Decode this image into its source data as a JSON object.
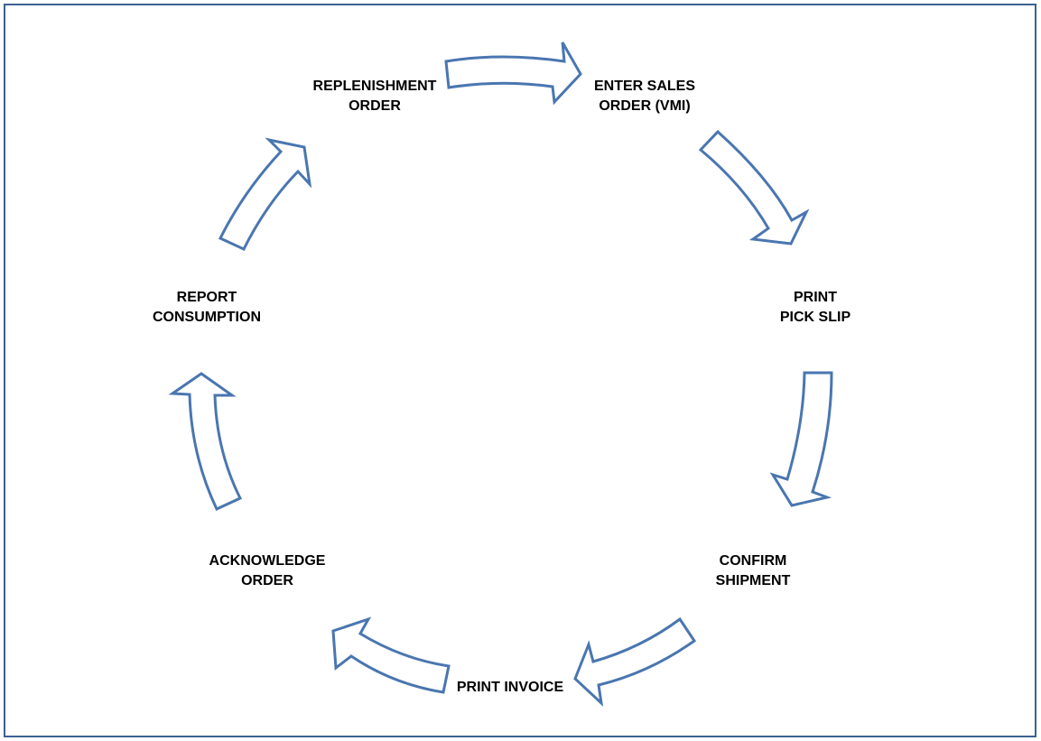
{
  "diagram": {
    "type": "cycle",
    "accent_color": "#4a76b0",
    "border_color": "#3c6192",
    "steps": [
      {
        "id": "replenishment-order",
        "lines": [
          "REPLENISHMENT",
          "ORDER"
        ]
      },
      {
        "id": "enter-sales-order",
        "lines": [
          "ENTER SALES",
          "ORDER (VMI)"
        ]
      },
      {
        "id": "print-pick-slip",
        "lines": [
          "PRINT",
          "PICK SLIP"
        ]
      },
      {
        "id": "confirm-shipment",
        "lines": [
          "CONFIRM",
          "SHIPMENT"
        ]
      },
      {
        "id": "print-invoice",
        "lines": [
          "PRINT INVOICE"
        ]
      },
      {
        "id": "acknowledge-order",
        "lines": [
          "ACKNOWLEDGE",
          "ORDER"
        ]
      },
      {
        "id": "report-consumption",
        "lines": [
          "REPORT",
          "CONSUMPTION"
        ]
      }
    ],
    "connections": [
      {
        "from": "replenishment-order",
        "to": "enter-sales-order"
      },
      {
        "from": "enter-sales-order",
        "to": "print-pick-slip"
      },
      {
        "from": "print-pick-slip",
        "to": "confirm-shipment"
      },
      {
        "from": "confirm-shipment",
        "to": "print-invoice"
      },
      {
        "from": "print-invoice",
        "to": "acknowledge-order"
      },
      {
        "from": "acknowledge-order",
        "to": "report-consumption"
      },
      {
        "from": "report-consumption",
        "to": "replenishment-order"
      }
    ]
  }
}
